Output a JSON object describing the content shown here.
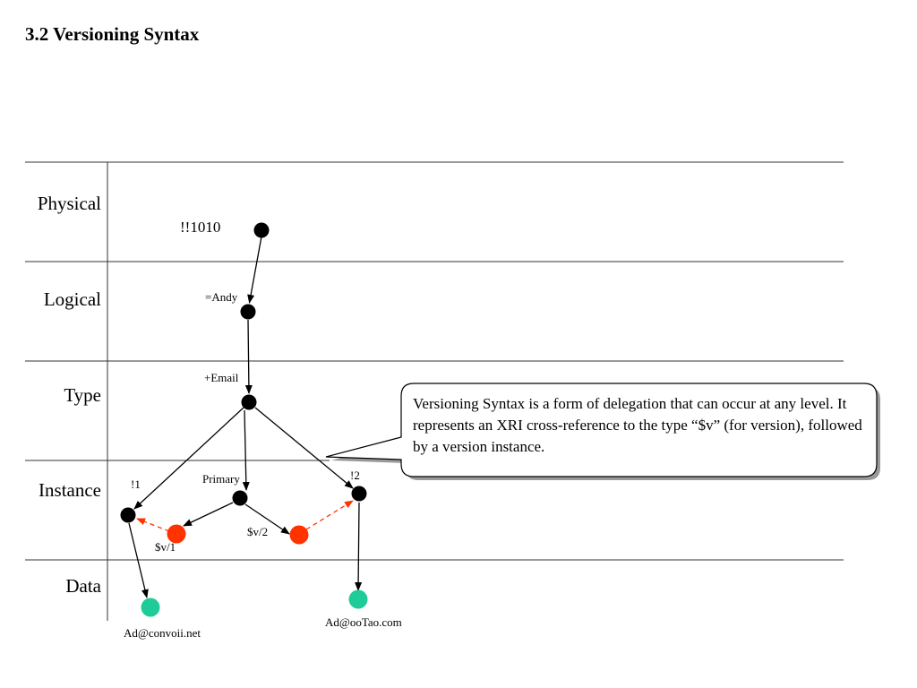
{
  "title": "3.2 Versioning Syntax",
  "levels": [
    {
      "key": "physical",
      "label": "Physical"
    },
    {
      "key": "logical",
      "label": "Logical"
    },
    {
      "key": "type",
      "label": "Type"
    },
    {
      "key": "instance",
      "label": "Instance"
    },
    {
      "key": "data",
      "label": "Data"
    }
  ],
  "nodes": {
    "physical_id": {
      "label": "!!1010",
      "color": "#000000"
    },
    "logical_name": {
      "label": "=Andy",
      "color": "#000000"
    },
    "type_email": {
      "label": "+Email",
      "color": "#000000"
    },
    "instance_1": {
      "label": "!1",
      "color": "#000000"
    },
    "instance_primary": {
      "label": "Primary",
      "color": "#000000"
    },
    "instance_2": {
      "label": "!2",
      "color": "#000000"
    },
    "version_1": {
      "label": "$v/1",
      "color": "#ff3300"
    },
    "version_2": {
      "label": "$v/2",
      "color": "#ff3300"
    },
    "data_convoii": {
      "label": "Ad@convoii.net",
      "color": "#1fcc99"
    },
    "data_ootao": {
      "label": "Ad@ooTao.com",
      "color": "#1fcc99"
    }
  },
  "edge_colors": {
    "delegation": "#000000",
    "cross_reference": "#ff3300"
  },
  "callout": {
    "text": "Versioning Syntax is a form of delegation that can occur at any level. It represents an XRI cross-reference to the type “$v” (for version), followed by a version instance."
  }
}
